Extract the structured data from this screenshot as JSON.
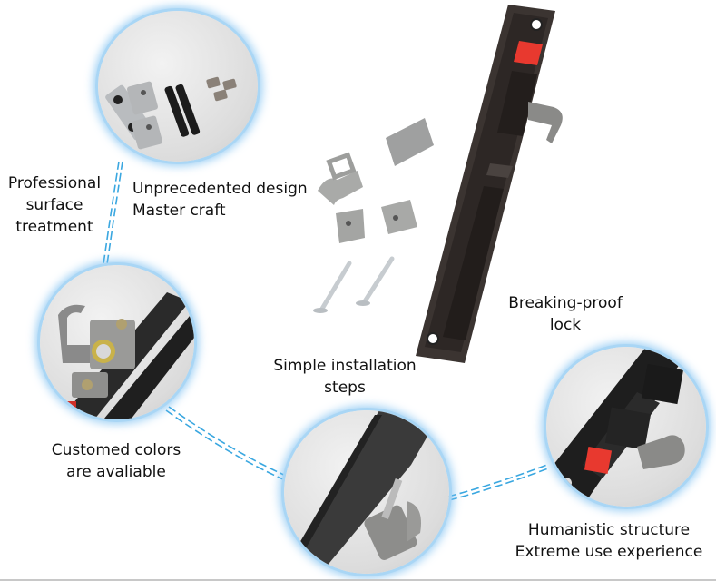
{
  "labels": {
    "professional": [
      "Professional",
      "surface",
      "treatment"
    ],
    "unprecedented": [
      "Unprecedented design",
      "Master craft"
    ],
    "breaking": [
      "Breaking-proof",
      "lock"
    ],
    "installation": [
      "Simple installation",
      "steps"
    ],
    "customed": [
      "Customed colors",
      "are avaliable"
    ],
    "humanistic": [
      "Humanistic structure",
      "Extreme use experience"
    ]
  },
  "colors": {
    "accent_blue": "#3aa7e0",
    "glow_blue": "#a9d6f5",
    "lock_body": "#3b3431",
    "indicator_red": "#e8392f",
    "metal_gray": "#9a9a98"
  },
  "circles": [
    {
      "name": "hardware-parts-circle"
    },
    {
      "name": "hook-mechanism-circle"
    },
    {
      "name": "side-profile-circle"
    },
    {
      "name": "lock-indicator-circle"
    }
  ]
}
